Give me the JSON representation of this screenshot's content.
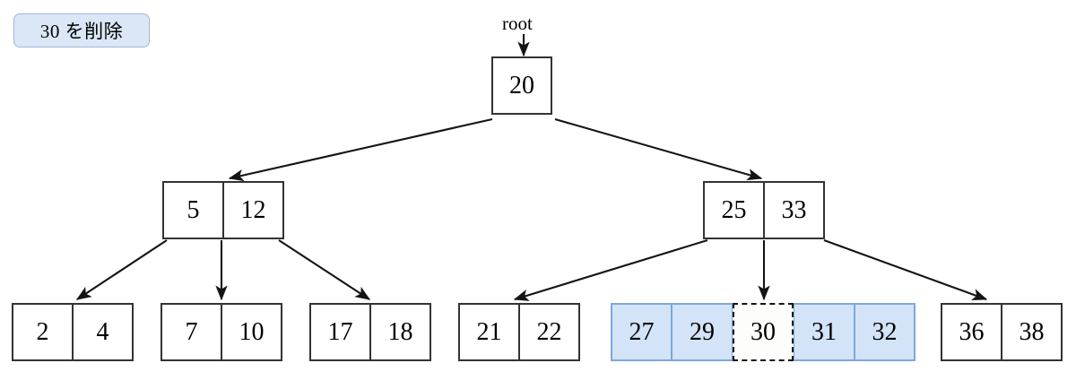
{
  "step_badge": {
    "label": "30 を削除"
  },
  "root_pointer": {
    "label": "root"
  },
  "colors": {
    "highlight_fill": "#d3e3f8",
    "highlight_border": "#7da7d9",
    "badge_fill": "#dbe7f6",
    "badge_border": "#9fb8d6",
    "node_border": "#333333",
    "removing_border": "#141414"
  },
  "tree": {
    "root": {
      "keys": [
        "20"
      ]
    },
    "internal": [
      {
        "keys": [
          "5",
          "12"
        ]
      },
      {
        "keys": [
          "25",
          "33"
        ]
      }
    ],
    "leaves": [
      {
        "keys": [
          "2",
          "4"
        ],
        "states": [
          "normal",
          "normal"
        ]
      },
      {
        "keys": [
          "7",
          "10"
        ],
        "states": [
          "normal",
          "normal"
        ]
      },
      {
        "keys": [
          "17",
          "18"
        ],
        "states": [
          "normal",
          "normal"
        ]
      },
      {
        "keys": [
          "21",
          "22"
        ],
        "states": [
          "normal",
          "normal"
        ]
      },
      {
        "keys": [
          "27",
          "29",
          "30",
          "31",
          "32"
        ],
        "states": [
          "highlight",
          "highlight",
          "removing",
          "highlight",
          "highlight"
        ]
      },
      {
        "keys": [
          "36",
          "38"
        ],
        "states": [
          "normal",
          "normal"
        ]
      }
    ]
  }
}
